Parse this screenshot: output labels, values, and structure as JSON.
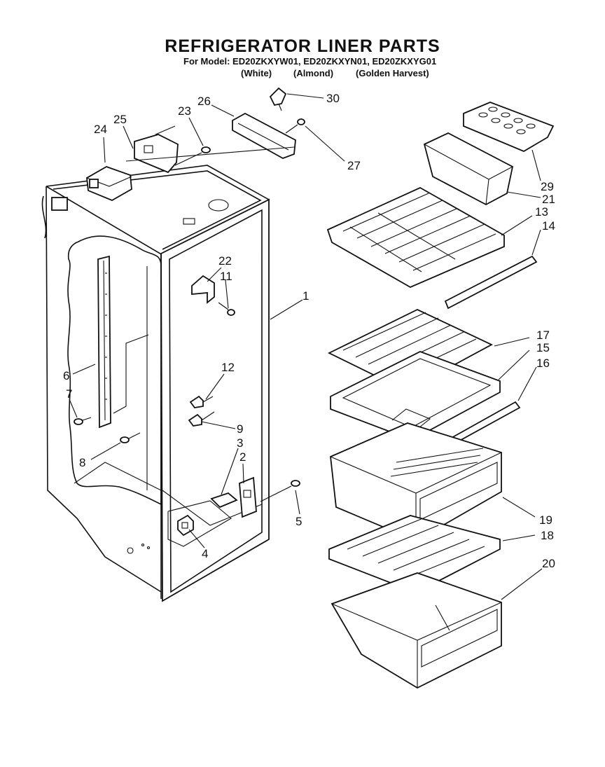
{
  "header": {
    "title": "REFRIGERATOR LINER PARTS",
    "models": "For Model: ED20ZKXYW01, ED20ZKXYN01, ED20ZKXYG01",
    "colors": [
      "(White)",
      "(Almond)",
      "(Golden Harvest)"
    ]
  },
  "callouts": {
    "p1": "1",
    "p2": "2",
    "p3": "3",
    "p4": "4",
    "p5": "5",
    "p6": "6",
    "p7": "7",
    "p8": "8",
    "p9": "9",
    "p11": "11",
    "p12": "12",
    "p13": "13",
    "p14": "14",
    "p15": "15",
    "p16": "16",
    "p17": "17",
    "p18": "18",
    "p19": "19",
    "p20": "20",
    "p21": "21",
    "p22": "22",
    "p23": "23",
    "p24": "24",
    "p25": "25",
    "p26": "26",
    "p27": "27",
    "p29": "29",
    "p30": "30"
  }
}
